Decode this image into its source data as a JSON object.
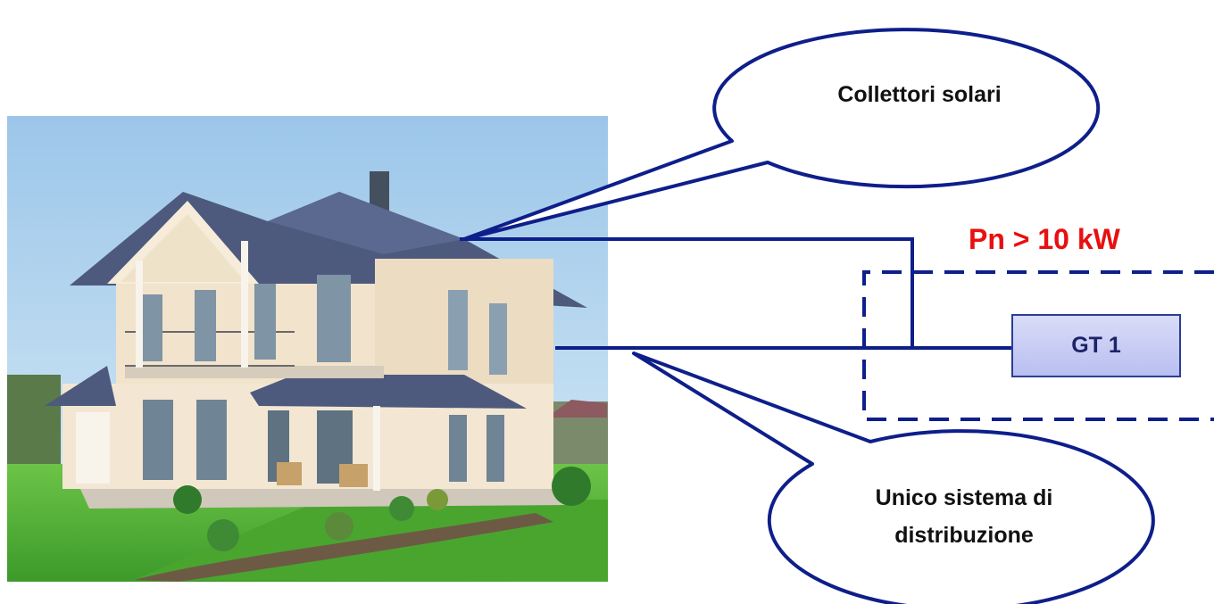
{
  "callouts": {
    "solar": "Collettori solari",
    "distribution_line1": "Unico sistema di",
    "distribution_line2": "distribuzione"
  },
  "power_label": "Pn > 10 kW",
  "generator_label": "GT 1",
  "colors": {
    "line": "#0e1e8a",
    "power_label": "#e81010",
    "generator_fill": "#c4c9f4",
    "sky": "#a8cdea",
    "lawn": "#59b83a",
    "facade": "#f1e3cc",
    "roof": "#4d5a7d"
  },
  "icons": {
    "house_photo": "house-illustration"
  }
}
